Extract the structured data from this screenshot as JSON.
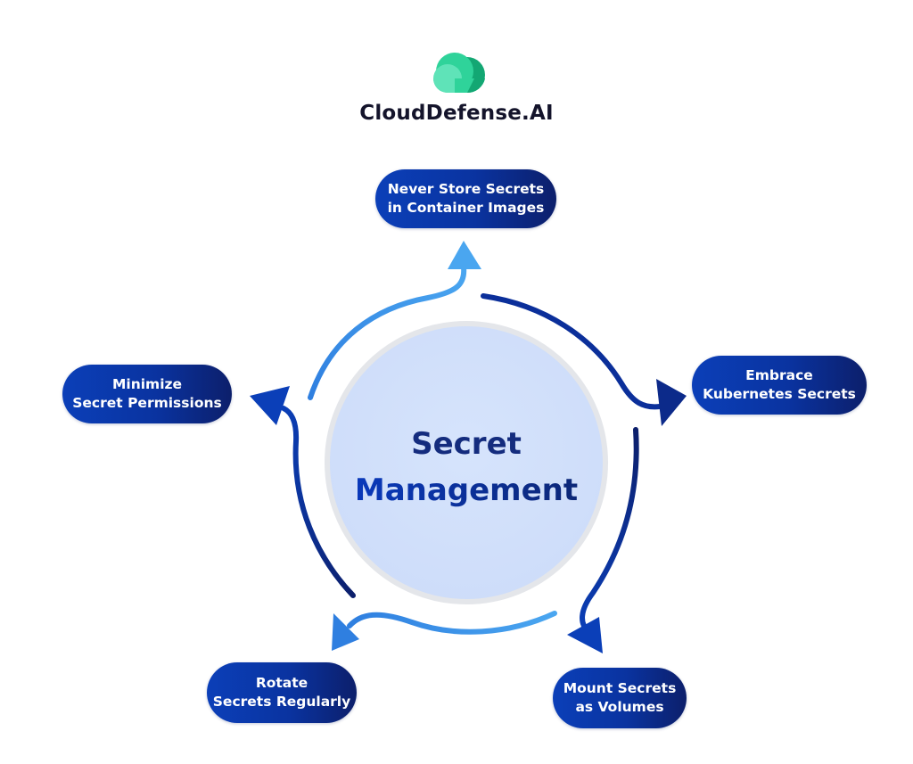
{
  "brand": {
    "name": "CloudDefense.AI",
    "logo_icon": "cloud-icon",
    "colors": {
      "cloud_light": "#5fe3b8",
      "cloud_mid": "#2fd39a",
      "cloud_dark": "#13a773",
      "text": "#14142b"
    }
  },
  "center": {
    "title_line1": "Secret",
    "title_line2": "Management",
    "fill": "#d3e2fb",
    "text_color": "#0b2a8f"
  },
  "steps": [
    {
      "id": "never-store",
      "line1": "Never Store Secrets",
      "line2": "in Container Images"
    },
    {
      "id": "embrace-k8s",
      "line1": "Embrace",
      "line2": "Kubernetes Secrets"
    },
    {
      "id": "mount-volumes",
      "line1": "Mount Secrets",
      "line2": "as Volumes"
    },
    {
      "id": "rotate",
      "line1": "Rotate",
      "line2": "Secrets Regularly"
    },
    {
      "id": "minimize",
      "line1": "Minimize",
      "line2": "Secret Permissions"
    }
  ],
  "colors": {
    "pill_start": "#0b3fb8",
    "pill_end": "#0c1f6b",
    "arrow_light": "#3b8de6",
    "arrow_light_tip": "#4aa6f0",
    "arrow_dark": "#0b2f9a",
    "arrow_darker": "#0c1f6b"
  }
}
